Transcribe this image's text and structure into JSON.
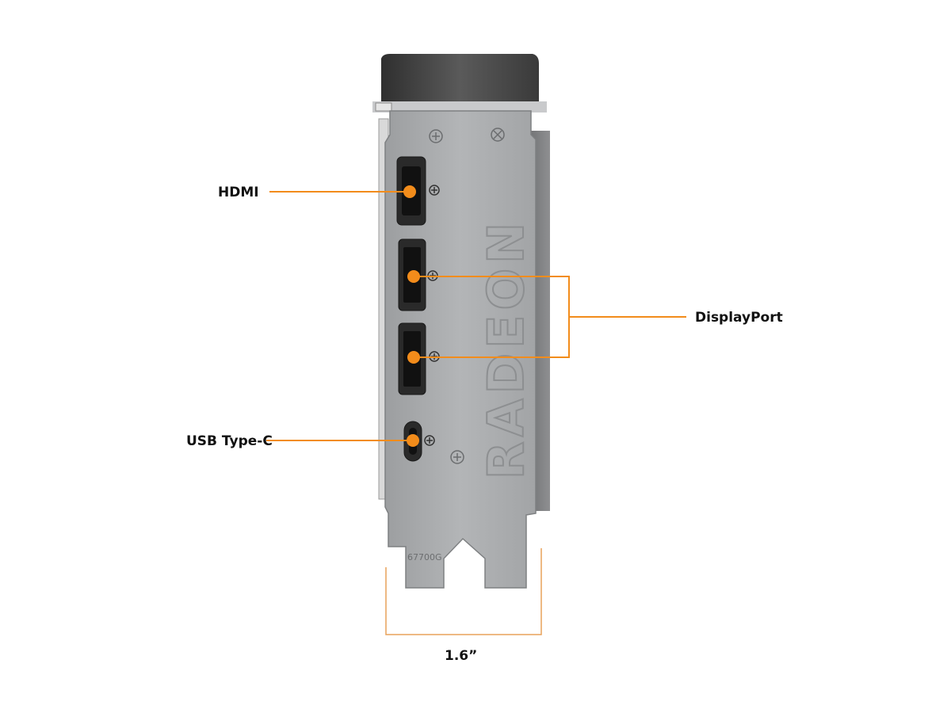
{
  "labels": {
    "hdmi": "HDMI",
    "displayport": "DisplayPort",
    "usb_c": "USB Type-C",
    "width": "1.6”"
  },
  "bracket": {
    "brand_text": "RADEON",
    "model_text": "67700G"
  },
  "colors": {
    "callout": "#f28c1b",
    "dimension": "#e8a25a",
    "bracket": "#a7a9ab",
    "shroud": "#4a4a4a"
  }
}
